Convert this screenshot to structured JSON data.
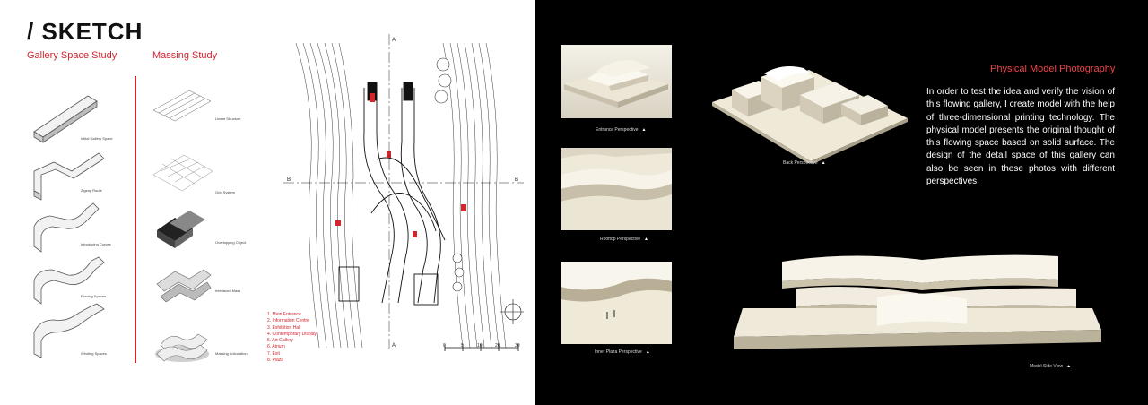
{
  "left_page": {
    "title": "/ SKETCH",
    "gallery_heading": "Gallery Space Study",
    "massing_heading": "Massing Study",
    "gallery_steps": [
      "Initial Gallery Space",
      "Zigzag Route",
      "Introducing Curves",
      "Flowing Spaces",
      "Winding Spaces"
    ],
    "massing_steps": [
      "Linear Structure",
      "Grid System",
      "Overlapping Object",
      "Interlaced Mass",
      "Massing Articulation"
    ],
    "legend": [
      "1. Main Entrance",
      "2. Information Centre",
      "3. Exhibition Hall",
      "4. Contemporary Display",
      "5. Art Gallery",
      "6. Atrium",
      "7. Exit",
      "8. Plaza"
    ],
    "plan_marks": {
      "section_top": "A",
      "section_bottom": "A",
      "axis_left": "B",
      "axis_right": "B"
    },
    "scale": [
      "0",
      "5",
      "10",
      "20",
      "30"
    ]
  },
  "right_page": {
    "heading": "Physical Model Photography",
    "body": "In order to test the idea and verify the vision of this flowing gallery, I create model with the help of three-dimensional printing technology. The physical model presents the original thought of this flowing space based on solid surface. The design of the detail space of this gallery can also be seen in these photos with different perspectives.",
    "captions": {
      "entrance": "Entrance Perspective",
      "back": "Back Perspective",
      "rooftop": "Rooftop Perspective",
      "inner": "Inner Plaza Perspective",
      "side": "Model Side View"
    },
    "caption_marker": "▲"
  },
  "colors": {
    "accent_red": "#d0262e",
    "page_dark": "#000000",
    "page_light": "#ffffff",
    "model_cream": "#efe9d8"
  }
}
